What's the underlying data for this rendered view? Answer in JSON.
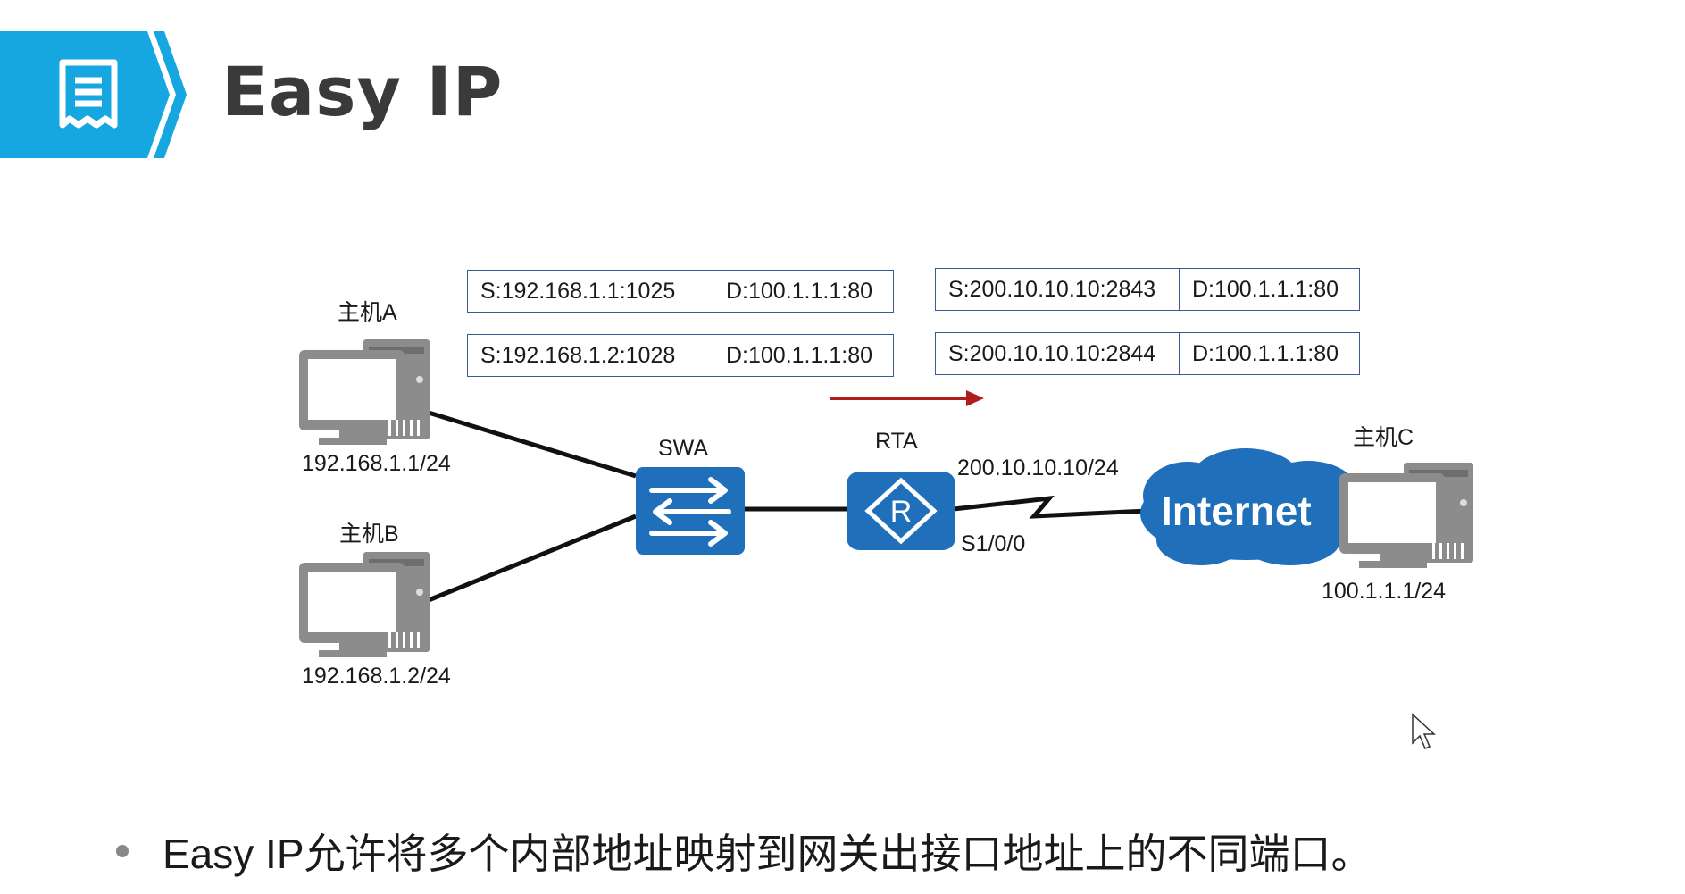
{
  "header": {
    "title": "Easy IP"
  },
  "diagram": {
    "nodes": {
      "host_a": {
        "name": "主机A",
        "ip": "192.168.1.1/24"
      },
      "host_b": {
        "name": "主机B",
        "ip": "192.168.1.2/24"
      },
      "host_c": {
        "name": "主机C",
        "ip": "100.1.1.1/24"
      },
      "switch": {
        "name": "SWA"
      },
      "router": {
        "name": "RTA",
        "wan_ip": "200.10.10.10/24",
        "interface": "S1/0/0"
      },
      "internet": {
        "label": "Internet"
      }
    },
    "packets_inside": [
      {
        "src": "S:192.168.1.1:1025",
        "dst": "D:100.1.1.1:80"
      },
      {
        "src": "S:192.168.1.2:1028",
        "dst": "D:100.1.1.1:80"
      }
    ],
    "packets_outside": [
      {
        "src": "S:200.10.10.10:2843",
        "dst": "D:100.1.1.1:80"
      },
      {
        "src": "S:200.10.10.10:2844",
        "dst": "D:100.1.1.1:80"
      }
    ],
    "colors": {
      "accent_blue": "#17a7e0",
      "device_blue": "#1f6fbb",
      "cloud_blue": "#1f6fbb",
      "flow_arrow": "#b01c1c",
      "table_border": "#3a5a96"
    }
  },
  "bullets": [
    "Easy IP允许将多个内部地址映射到网关出接口地址上的不同端口。"
  ]
}
